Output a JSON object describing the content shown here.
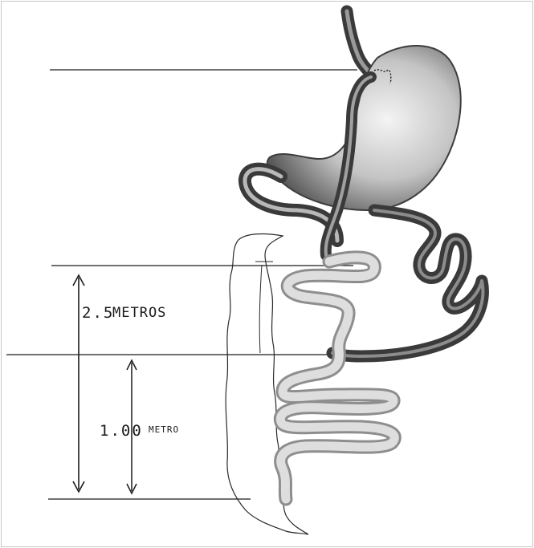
{
  "labels": {
    "upper_measure_number": "2.5",
    "upper_measure_unit": "METROS",
    "lower_measure_number": "1.00",
    "lower_measure_unit": "METRO"
  },
  "colors": {
    "ink": "#1a1a1a",
    "stomach_dark": "#3d3d3d",
    "stomach_mid": "#8a8a8a",
    "stomach_light": "#d8d8d8",
    "limb_dark": "#4a4a4a",
    "limb_light": "#bdbdbd",
    "common_channel_edge": "#9a9a9a",
    "common_channel_fill": "#dcdcdc",
    "colon_outline": "#2a2a2a"
  }
}
